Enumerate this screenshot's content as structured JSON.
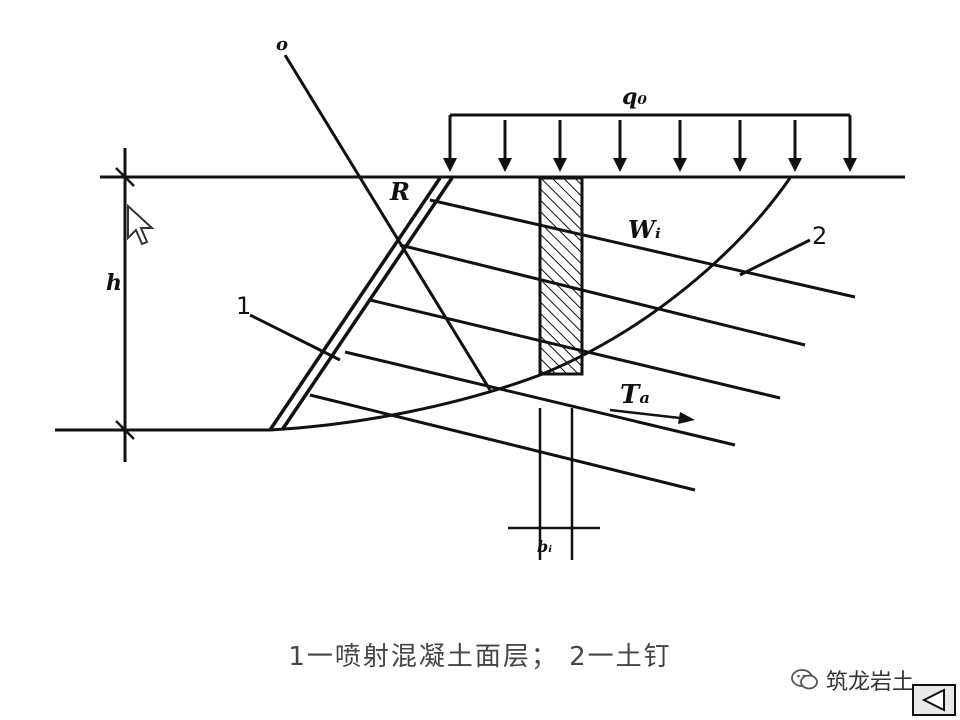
{
  "diagram": {
    "labels": {
      "point_o": "o",
      "load": "q₀",
      "radius": "R",
      "weight": "Wᵢ",
      "tension": "Tₐ",
      "height": "h",
      "width": "bᵢ",
      "callout_1": "1",
      "callout_2": "2"
    }
  },
  "caption": {
    "text": "1一喷射混凝土面层； 2一土钉"
  },
  "watermark": {
    "text": "筑龙岩土",
    "icon": "wechat-icon"
  },
  "nav": {
    "back_icon": "triangle-left-icon"
  },
  "cursor_icon": "mouse-pointer-icon"
}
